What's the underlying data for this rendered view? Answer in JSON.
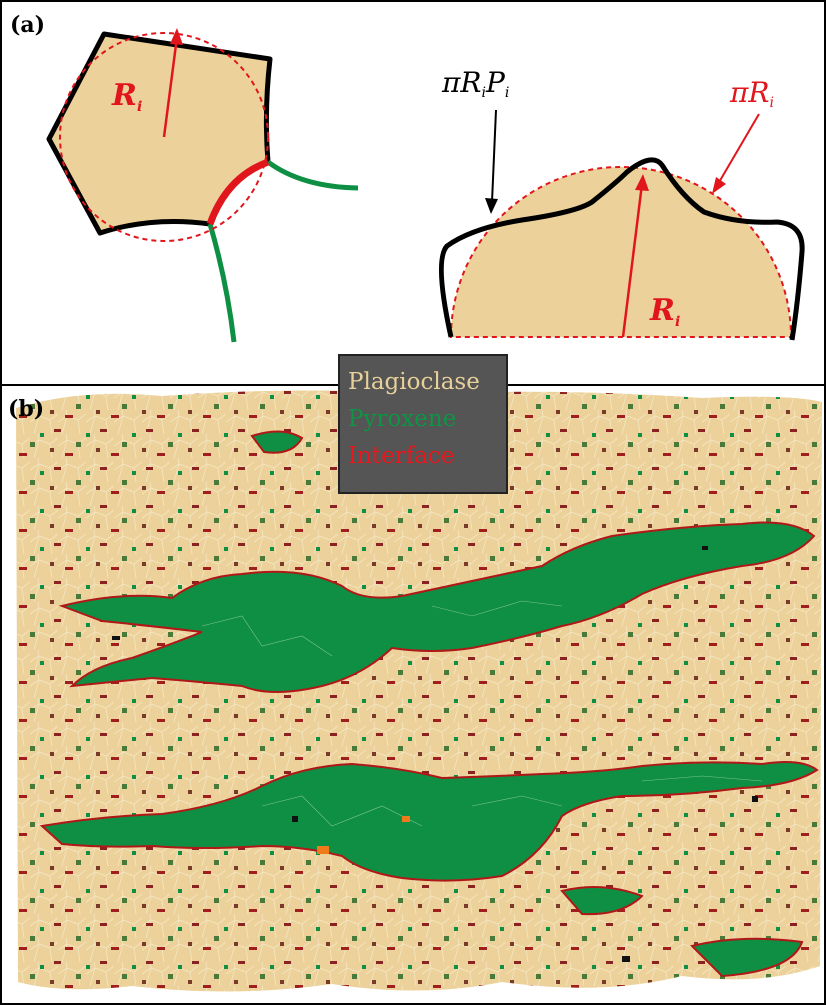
{
  "panel_a": {
    "label": "(a)",
    "left_shape": {
      "radius_label": "R",
      "radius_subscript": "i"
    },
    "right_shape": {
      "perimeter_label": "πR",
      "perimeter_sub": "i",
      "perimeter_p": "P",
      "perimeter_p_sub": "i",
      "semicircle_label": "πR",
      "semicircle_sub": "i",
      "radius_label": "R",
      "radius_subscript": "i"
    }
  },
  "panel_b": {
    "label": "(b)",
    "legend": [
      {
        "label": "Plagioclase",
        "color": "#e8d09a"
      },
      {
        "label": "Pyroxene",
        "color": "#0d9444"
      },
      {
        "label": "Interface",
        "color": "#e8181c"
      }
    ]
  },
  "colors": {
    "plagioclase": "#ecd29a",
    "pyroxene": "#0e8f44",
    "interface": "#d01616",
    "dashed_circle": "#e0161c"
  }
}
